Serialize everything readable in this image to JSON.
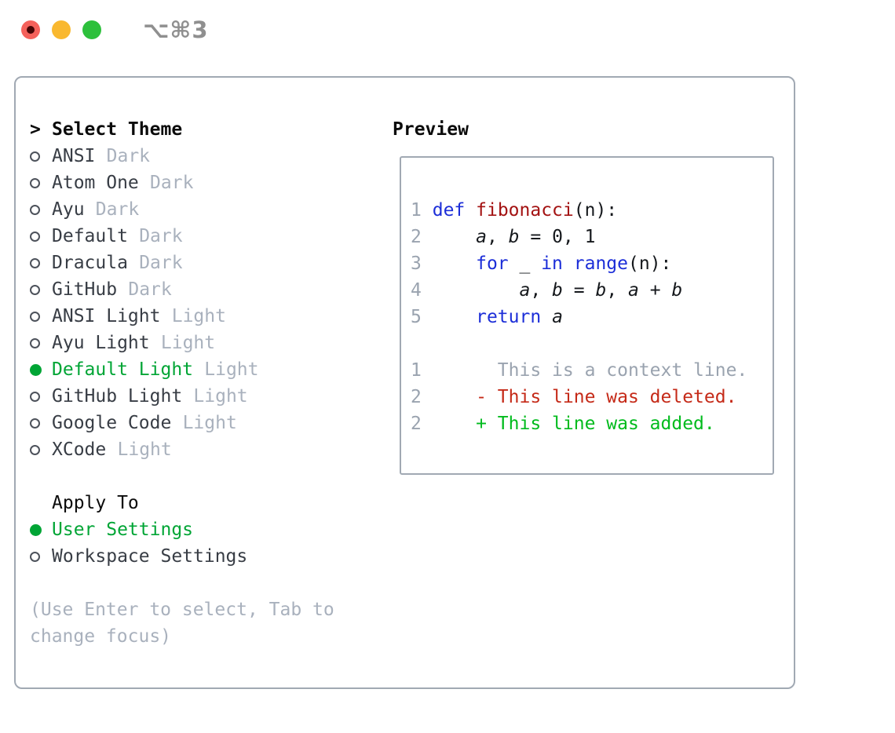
{
  "titlebar": {
    "title": "⌥⌘3"
  },
  "left_pane": {
    "heading": {
      "marker": ">",
      "label": "Select Theme"
    },
    "themes": [
      {
        "name": "ANSI",
        "variant": "Dark",
        "selected": false
      },
      {
        "name": "Atom One",
        "variant": "Dark",
        "selected": false
      },
      {
        "name": "Ayu",
        "variant": "Dark",
        "selected": false
      },
      {
        "name": "Default",
        "variant": "Dark",
        "selected": false
      },
      {
        "name": "Dracula",
        "variant": "Dark",
        "selected": false
      },
      {
        "name": "GitHub",
        "variant": "Dark",
        "selected": false
      },
      {
        "name": "ANSI Light",
        "variant": "Light",
        "selected": false
      },
      {
        "name": "Ayu Light",
        "variant": "Light",
        "selected": false
      },
      {
        "name": "Default Light",
        "variant": "Light",
        "selected": true
      },
      {
        "name": "GitHub Light",
        "variant": "Light",
        "selected": false
      },
      {
        "name": "Google Code",
        "variant": "Light",
        "selected": false
      },
      {
        "name": "XCode",
        "variant": "Light",
        "selected": false
      }
    ],
    "apply_to": {
      "label": "Apply To",
      "options": [
        {
          "name": "User Settings",
          "selected": true
        },
        {
          "name": "Workspace Settings",
          "selected": false
        }
      ]
    },
    "hint_lines": [
      "(Use Enter to select, Tab to",
      "change focus)"
    ]
  },
  "preview": {
    "heading": "Preview",
    "lines": [
      {
        "num": "1",
        "segments": [
          {
            "t": " ",
            "c": "p"
          },
          {
            "t": "def",
            "c": "kw"
          },
          {
            "t": " ",
            "c": "p"
          },
          {
            "t": "fibonacci",
            "c": "fn"
          },
          {
            "t": "(n):",
            "c": "p"
          }
        ]
      },
      {
        "num": "2",
        "segments": [
          {
            "t": "     ",
            "c": "p"
          },
          {
            "t": "a",
            "c": "it"
          },
          {
            "t": ", ",
            "c": "p"
          },
          {
            "t": "b",
            "c": "it"
          },
          {
            "t": " = 0, 1",
            "c": "p"
          }
        ]
      },
      {
        "num": "3",
        "segments": [
          {
            "t": "     ",
            "c": "p"
          },
          {
            "t": "for",
            "c": "kw"
          },
          {
            "t": " _ ",
            "c": "p"
          },
          {
            "t": "in",
            "c": "kw"
          },
          {
            "t": " ",
            "c": "p"
          },
          {
            "t": "range",
            "c": "kw"
          },
          {
            "t": "(n):",
            "c": "p"
          }
        ]
      },
      {
        "num": "4",
        "segments": [
          {
            "t": "         ",
            "c": "p"
          },
          {
            "t": "a",
            "c": "it"
          },
          {
            "t": ", ",
            "c": "p"
          },
          {
            "t": "b",
            "c": "it"
          },
          {
            "t": " = ",
            "c": "p"
          },
          {
            "t": "b",
            "c": "it"
          },
          {
            "t": ", ",
            "c": "p"
          },
          {
            "t": "a",
            "c": "it"
          },
          {
            "t": " + ",
            "c": "p"
          },
          {
            "t": "b",
            "c": "it"
          }
        ]
      },
      {
        "num": "5",
        "segments": [
          {
            "t": "     ",
            "c": "p"
          },
          {
            "t": "return",
            "c": "kw"
          },
          {
            "t": " ",
            "c": "p"
          },
          {
            "t": "a",
            "c": "it"
          }
        ]
      },
      {
        "num": "",
        "segments": []
      },
      {
        "num": "1",
        "segments": [
          {
            "t": "       This is a context line.",
            "c": "ctx"
          }
        ]
      },
      {
        "num": "2",
        "segments": [
          {
            "t": "     - This line was deleted.",
            "c": "del"
          }
        ]
      },
      {
        "num": "2",
        "segments": [
          {
            "t": "     + This line was added.",
            "c": "add"
          }
        ]
      }
    ]
  },
  "colors": {
    "window_bg": "#ffffff",
    "panel_border": "#a1a9b3",
    "text_primary": "#15181c",
    "theme_name": "#383d45",
    "muted": "#a9b1bd",
    "line_number": "#9aa3af",
    "selected_green": "#00a535",
    "diff_added": "#00bb1d",
    "diff_deleted": "#c52a18",
    "keyword_blue": "#1c2ed8",
    "function_red": "#a31212",
    "title_gray": "#8f8f8f",
    "traffic_red": "#f4615b",
    "traffic_yellow": "#f9b82f",
    "traffic_green": "#2dc03c"
  }
}
